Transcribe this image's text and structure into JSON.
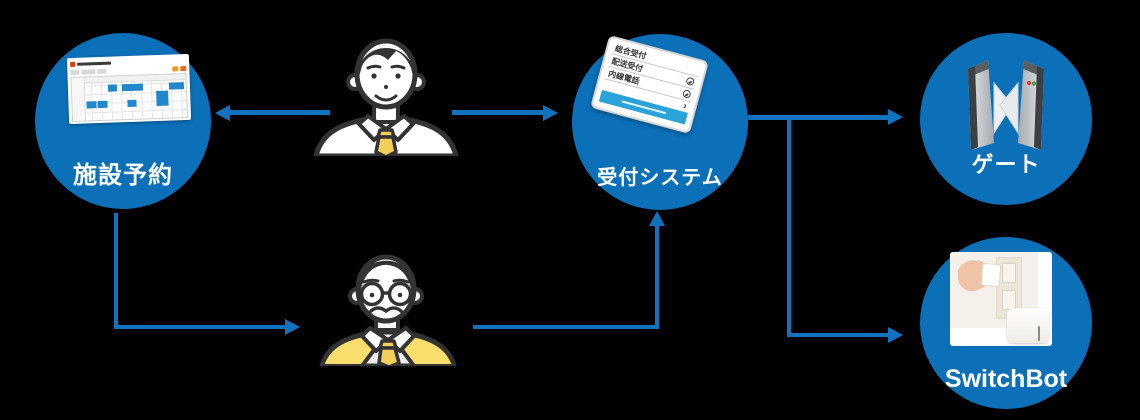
{
  "colors": {
    "circle": "#0b70b8",
    "arrow": "#1173bf",
    "label": "#ffffff",
    "tablet_footer": "#2aa4d8",
    "schedule_block": "#2288cc",
    "accent_orange": "#f5991e",
    "logo_red": "#e8380d",
    "tie_yellow": "#f2cf5b",
    "jacket_yellow": "#f9dd6d"
  },
  "nodes": {
    "facility": {
      "label": "施設予約"
    },
    "reception": {
      "label": "受付システム"
    },
    "gate": {
      "label": "ゲート"
    },
    "switchbot": {
      "label": "SwitchBot"
    }
  },
  "tablet": {
    "rows": [
      {
        "label": "総合受付"
      },
      {
        "label": "配送受付"
      },
      {
        "label": "内線電話"
      }
    ],
    "chevron": "›"
  }
}
